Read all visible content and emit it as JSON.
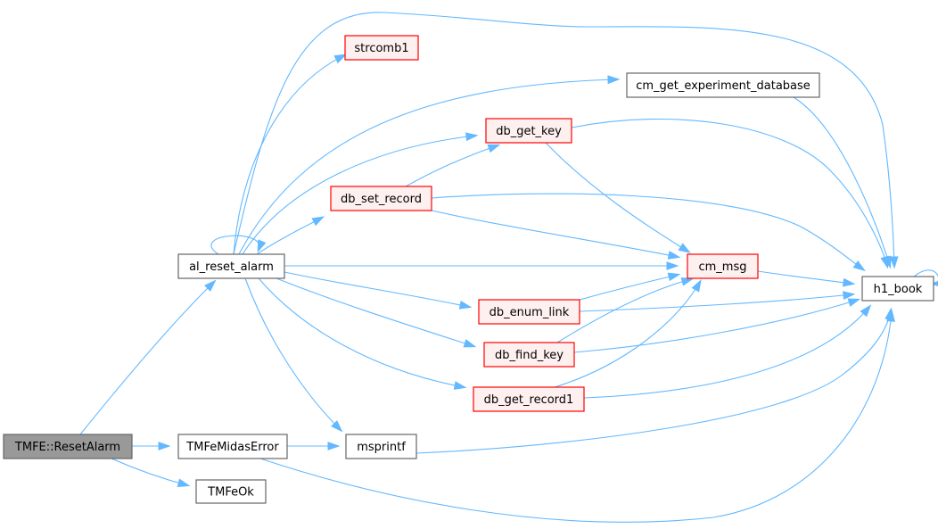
{
  "graph": {
    "colors": {
      "edge": "#63b8ff",
      "root_fill": "#999999",
      "root_border": "#666666",
      "plain_fill": "#ffffff",
      "plain_border": "#666666",
      "truncated_fill": "#fff0f0",
      "truncated_border": "#ff0000"
    },
    "nodes": [
      {
        "id": "tmfe_resetalarm",
        "label": "TMFE::ResetAlarm",
        "style": "root"
      },
      {
        "id": "al_reset_alarm",
        "label": "al_reset_alarm",
        "style": "plain"
      },
      {
        "id": "tmfemidaserror",
        "label": "TMFeMidasError",
        "style": "plain"
      },
      {
        "id": "tmfeok",
        "label": "TMFeOk",
        "style": "plain"
      },
      {
        "id": "strcomb1",
        "label": "strcomb1",
        "style": "truncated"
      },
      {
        "id": "cm_get_experiment_database",
        "label": "cm_get_experiment_database",
        "style": "plain"
      },
      {
        "id": "db_get_key",
        "label": "db_get_key",
        "style": "truncated"
      },
      {
        "id": "db_set_record",
        "label": "db_set_record",
        "style": "truncated"
      },
      {
        "id": "cm_msg",
        "label": "cm_msg",
        "style": "truncated"
      },
      {
        "id": "db_enum_link",
        "label": "db_enum_link",
        "style": "truncated"
      },
      {
        "id": "db_find_key",
        "label": "db_find_key",
        "style": "truncated"
      },
      {
        "id": "db_get_record1",
        "label": "db_get_record1",
        "style": "truncated"
      },
      {
        "id": "msprintf",
        "label": "msprintf",
        "style": "plain"
      },
      {
        "id": "h1_book",
        "label": "h1_book",
        "style": "plain"
      }
    ],
    "edges": [
      {
        "from": "tmfe_resetalarm",
        "to": "al_reset_alarm"
      },
      {
        "from": "tmfe_resetalarm",
        "to": "tmfemidaserror"
      },
      {
        "from": "tmfe_resetalarm",
        "to": "tmfeok"
      },
      {
        "from": "al_reset_alarm",
        "to": "al_reset_alarm"
      },
      {
        "from": "al_reset_alarm",
        "to": "strcomb1"
      },
      {
        "from": "al_reset_alarm",
        "to": "cm_get_experiment_database"
      },
      {
        "from": "al_reset_alarm",
        "to": "db_get_key"
      },
      {
        "from": "al_reset_alarm",
        "to": "db_set_record"
      },
      {
        "from": "al_reset_alarm",
        "to": "cm_msg"
      },
      {
        "from": "al_reset_alarm",
        "to": "db_enum_link"
      },
      {
        "from": "al_reset_alarm",
        "to": "db_find_key"
      },
      {
        "from": "al_reset_alarm",
        "to": "db_get_record1"
      },
      {
        "from": "al_reset_alarm",
        "to": "msprintf"
      },
      {
        "from": "al_reset_alarm",
        "to": "h1_book"
      },
      {
        "from": "tmfemidaserror",
        "to": "msprintf"
      },
      {
        "from": "tmfemidaserror",
        "to": "h1_book"
      },
      {
        "from": "cm_get_experiment_database",
        "to": "h1_book"
      },
      {
        "from": "db_get_key",
        "to": "cm_msg"
      },
      {
        "from": "db_get_key",
        "to": "h1_book"
      },
      {
        "from": "db_set_record",
        "to": "db_get_key"
      },
      {
        "from": "db_set_record",
        "to": "cm_msg"
      },
      {
        "from": "db_set_record",
        "to": "h1_book"
      },
      {
        "from": "cm_msg",
        "to": "h1_book"
      },
      {
        "from": "db_enum_link",
        "to": "cm_msg"
      },
      {
        "from": "db_enum_link",
        "to": "h1_book"
      },
      {
        "from": "db_find_key",
        "to": "cm_msg"
      },
      {
        "from": "db_find_key",
        "to": "h1_book"
      },
      {
        "from": "db_get_record1",
        "to": "cm_msg"
      },
      {
        "from": "db_get_record1",
        "to": "h1_book"
      },
      {
        "from": "msprintf",
        "to": "h1_book"
      },
      {
        "from": "h1_book",
        "to": "h1_book"
      }
    ]
  }
}
